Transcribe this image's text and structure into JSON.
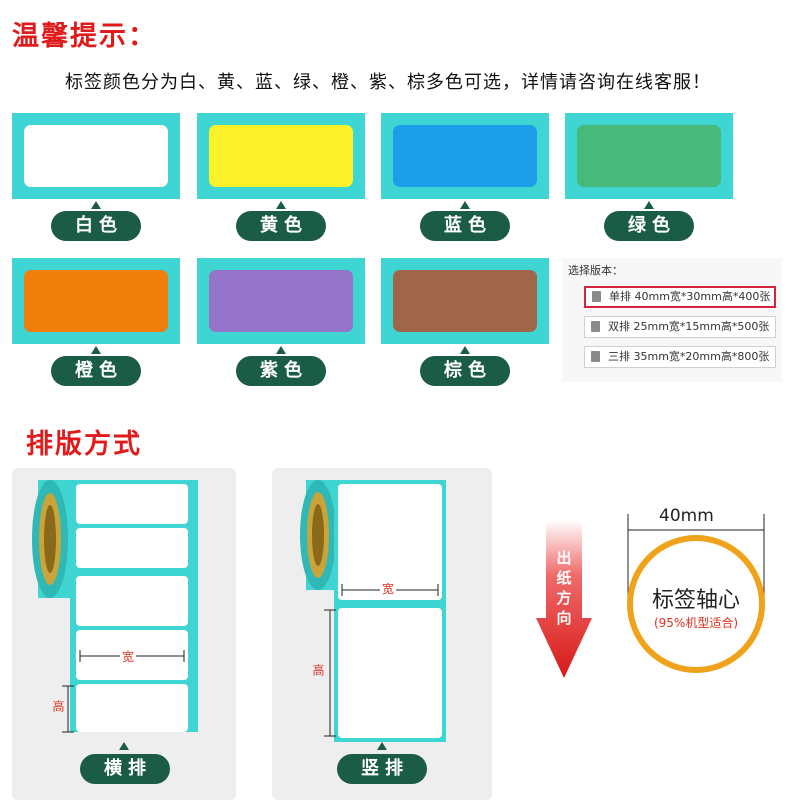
{
  "notice": {
    "title": "温馨提示：",
    "text": "标签颜色分为白、黄、蓝、绿、橙、紫、棕多色可选，详情请咨询在线客服！"
  },
  "swatches": [
    {
      "label": "白色",
      "color": "#ffffff"
    },
    {
      "label": "黄色",
      "color": "#fdf22a"
    },
    {
      "label": "蓝色",
      "color": "#1c9ee8"
    },
    {
      "label": "绿色",
      "color": "#47b97b"
    },
    {
      "label": "橙色",
      "color": "#ef7e0b"
    },
    {
      "label": "紫色",
      "color": "#9474c9"
    },
    {
      "label": "棕色",
      "color": "#a0664a"
    }
  ],
  "version_panel": {
    "title": "选择版本：",
    "options": [
      {
        "label": "单排 40mm宽*30mm高*400张",
        "selected": true
      },
      {
        "label": "双排 25mm宽*15mm高*500张",
        "selected": false
      },
      {
        "label": "三排 35mm宽*20mm高*800张",
        "selected": false
      }
    ]
  },
  "layout": {
    "title": "排版方式",
    "horizontal": {
      "label": "横排",
      "width_label": "宽",
      "height_label": "高"
    },
    "vertical": {
      "label": "竖排",
      "width_label": "宽",
      "height_label": "高"
    }
  },
  "paper_direction": {
    "label": "出纸方向"
  },
  "core": {
    "diameter": "40mm",
    "label": "标签轴心",
    "note": "(95%机型适合)"
  },
  "colors": {
    "accent_red": "#e01b1b",
    "teal": "#3fd5d3",
    "dark_green": "#1a5c45",
    "core_ring": "#f0a21a"
  }
}
